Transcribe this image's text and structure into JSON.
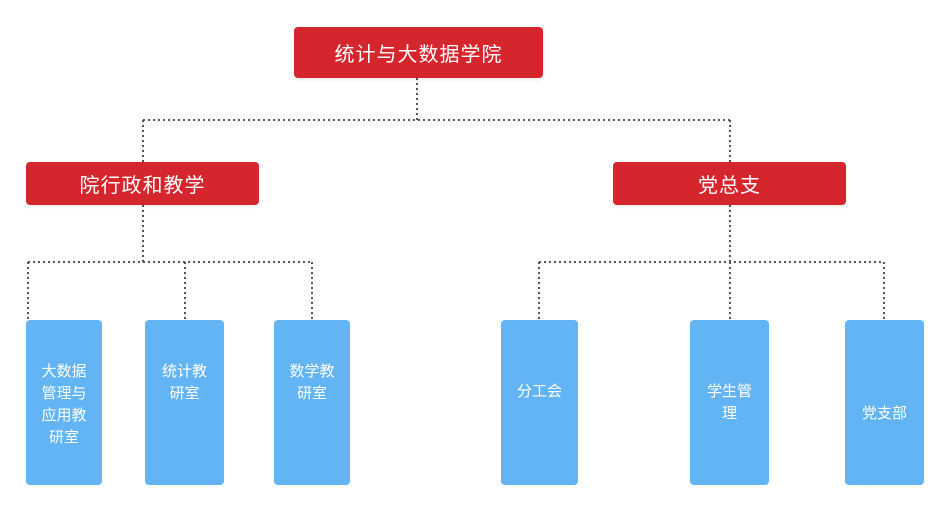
{
  "root": {
    "label": "统计与大数据学院"
  },
  "branches": [
    {
      "label": "院行政和教学",
      "children": [
        {
          "label": "大数据\n管理与\n应用教\n研室"
        },
        {
          "label": "统计教\n研室"
        },
        {
          "label": "数学教\n研室"
        }
      ]
    },
    {
      "label": "党总支",
      "children": [
        {
          "label": "分工会"
        },
        {
          "label": "学生管\n理"
        },
        {
          "label": "党支部"
        }
      ]
    }
  ],
  "colors": {
    "header_fill": "#d5252d",
    "leaf_fill": "#63b4f4",
    "connector": "#555555",
    "text": "#ffffff"
  }
}
